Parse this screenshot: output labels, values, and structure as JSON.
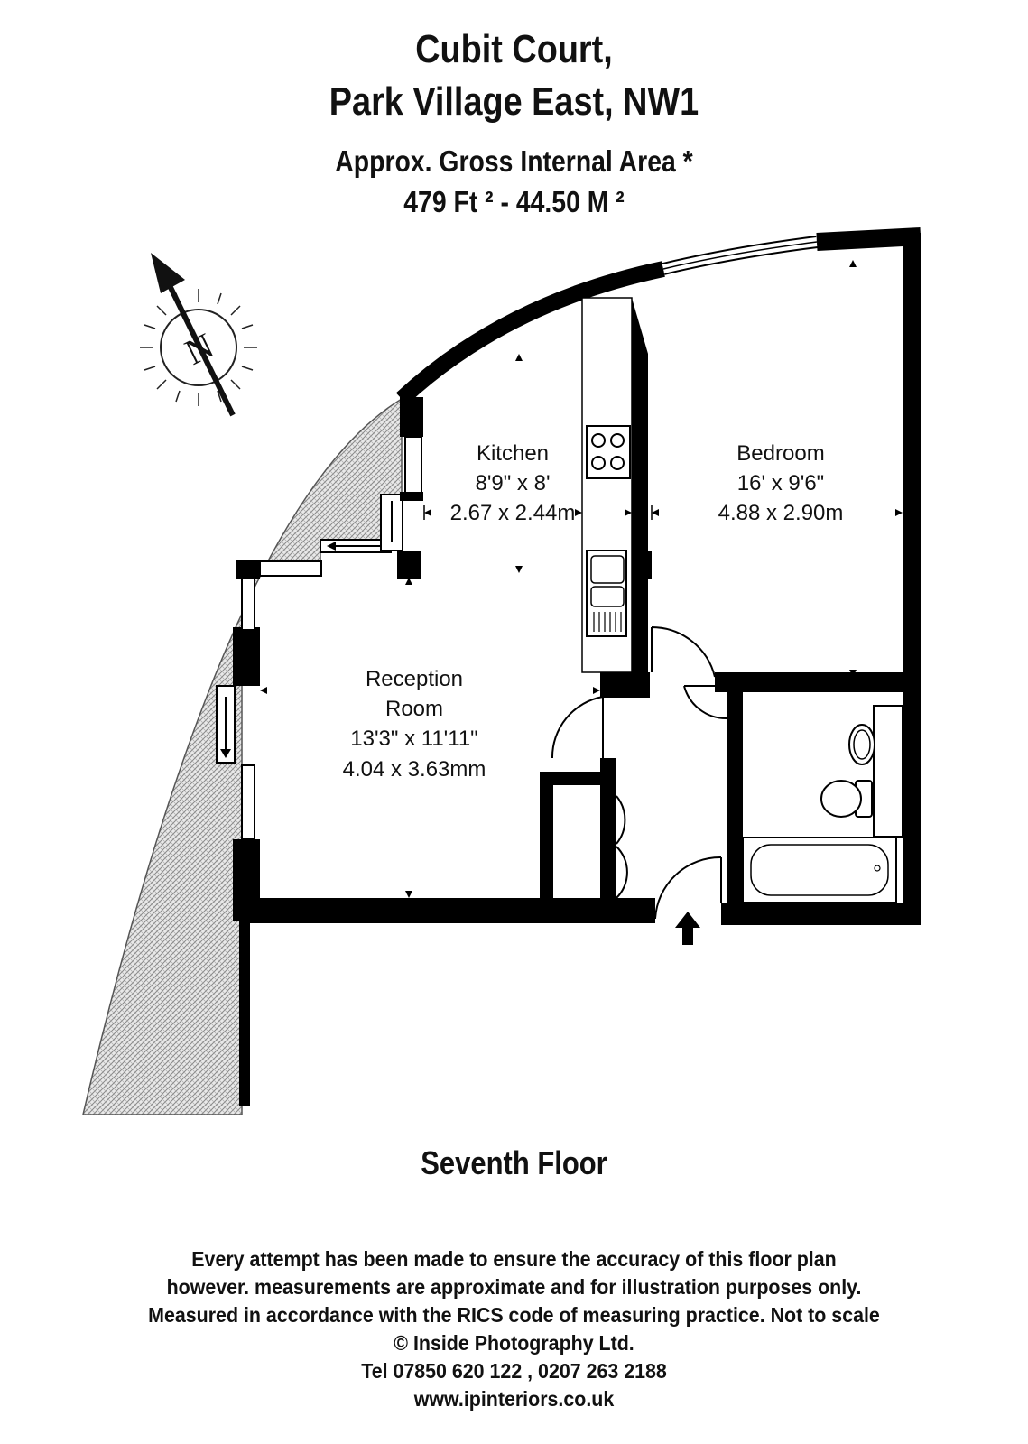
{
  "header": {
    "line1": "Cubit Court,",
    "line2": "Park Village East, NW1",
    "area_label": "Approx. Gross Internal Area *",
    "area_value": "479 Ft ²  -  44.50 M ²"
  },
  "compass": {
    "label": "N"
  },
  "rooms": {
    "kitchen": {
      "name": "Kitchen",
      "imperial": "8'9\" x 8'",
      "metric": "2.67 x 2.44m"
    },
    "bedroom": {
      "name": "Bedroom",
      "imperial": "16' x 9'6\"",
      "metric": "4.88 x 2.90m"
    },
    "reception": {
      "name1": "Reception",
      "name2": "Room",
      "imperial": "13'3\" x 11'11\"",
      "metric": "4.04 x 3.63mm"
    }
  },
  "floor_label": "Seventh Floor",
  "footer": [
    "Every attempt has been made to ensure the accuracy of this floor plan",
    "however. measurements are approximate and for illustration purposes only.",
    "Measured in accordance with the RICS code of measuring practice. Not to scale",
    "© Inside Photography Ltd.",
    "Tel 07850 620 122 , 0207 263 2188",
    "www.ipinteriors.co.uk"
  ]
}
